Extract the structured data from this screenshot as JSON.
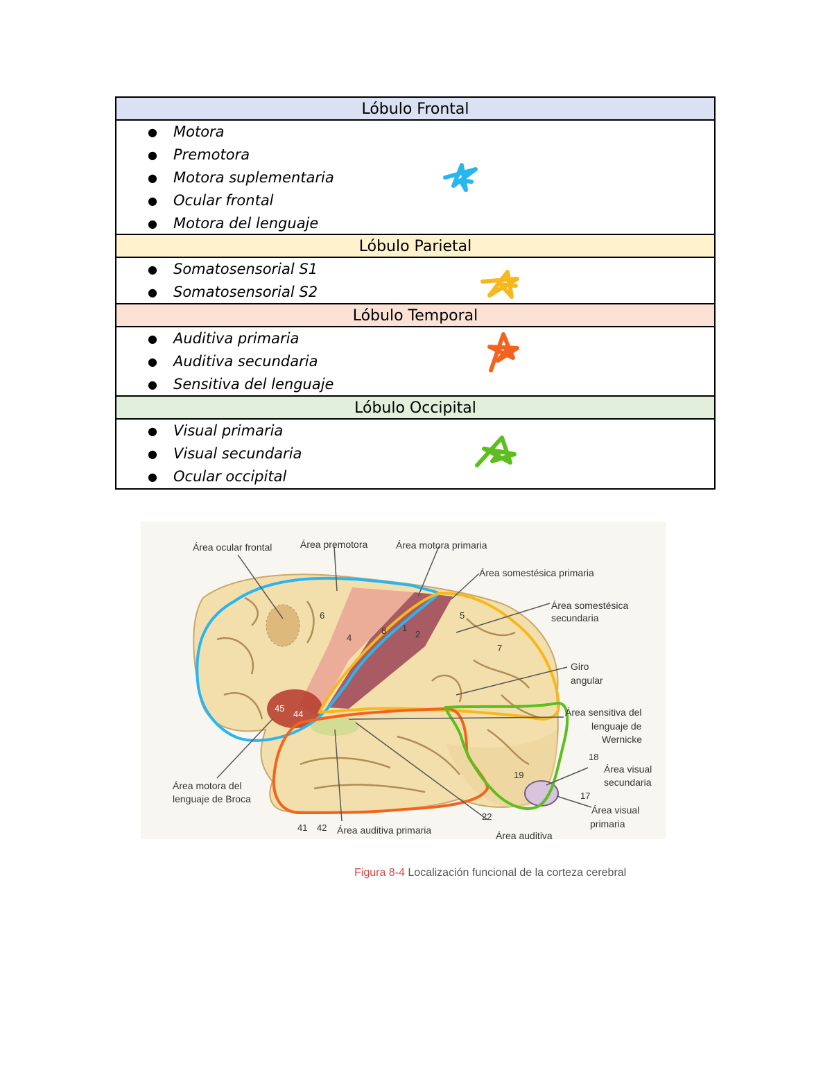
{
  "table": {
    "sections": [
      {
        "title": "Lóbulo Frontal",
        "header_color": "#d9e1f2",
        "star_color": "#29b6f0",
        "items": [
          "Motora",
          "Premotora",
          "Motora suplementaria",
          "Ocular frontal",
          "Motora del lenguaje"
        ]
      },
      {
        "title": "Lóbulo Parietal",
        "header_color": "#fff2cc",
        "star_color": "#f7b81e",
        "items": [
          "Somatosensorial S1",
          "Somatosensorial S2"
        ]
      },
      {
        "title": "Lóbulo Temporal",
        "header_color": "#fbe2d5",
        "star_color": "#f4631e",
        "items": [
          "Auditiva primaria",
          "Auditiva secundaria",
          "Sensitiva del lenguaje"
        ]
      },
      {
        "title": "Lóbulo Occipital",
        "header_color": "#e2efda",
        "star_color": "#5cbe1f",
        "items": [
          "Visual primaria",
          "Visual secundaria",
          "Ocular occipital"
        ]
      }
    ],
    "bullet": "●"
  },
  "figure": {
    "labels": {
      "ocular_frontal": "Área ocular frontal",
      "premotora": "Área premotora",
      "motora_primaria": "Área motora primaria",
      "somestesica_primaria": "Área somestésica primaria",
      "somestesica_secundaria_1": "Área somestésica",
      "somestesica_secundaria_2": "secundaria",
      "giro_1": "Giro",
      "giro_2": "angular",
      "wernicke_1": "Área sensitiva del",
      "wernicke_2": "lenguaje de",
      "wernicke_3": "Wernicke",
      "visual_sec_1": "Área visual",
      "visual_sec_2": "secundaria",
      "visual_pri_1": "Área visual",
      "visual_pri_2": "primaria",
      "broca_1": "Área motora del",
      "broca_2": "lenguaje de Broca",
      "auditiva_primaria": "Área auditiva primaria",
      "auditiva": "Área auditiva"
    },
    "numbers": {
      "n6": "6",
      "n4": "4",
      "n8": "8",
      "n1": "1",
      "n2": "2",
      "n5": "5",
      "n7": "7",
      "n45": "45",
      "n44": "44",
      "n19": "19",
      "n18": "18",
      "n17": "17",
      "n41": "41",
      "n42": "42",
      "n22": "22"
    },
    "outline_colors": {
      "frontal": "#29b6f0",
      "parietal": "#f7b81e",
      "temporal": "#f4631e",
      "occipital": "#5cbe1f"
    }
  },
  "caption": {
    "tag": "Figura 8-4",
    "text": " Localización funcional de la corteza cerebral"
  }
}
